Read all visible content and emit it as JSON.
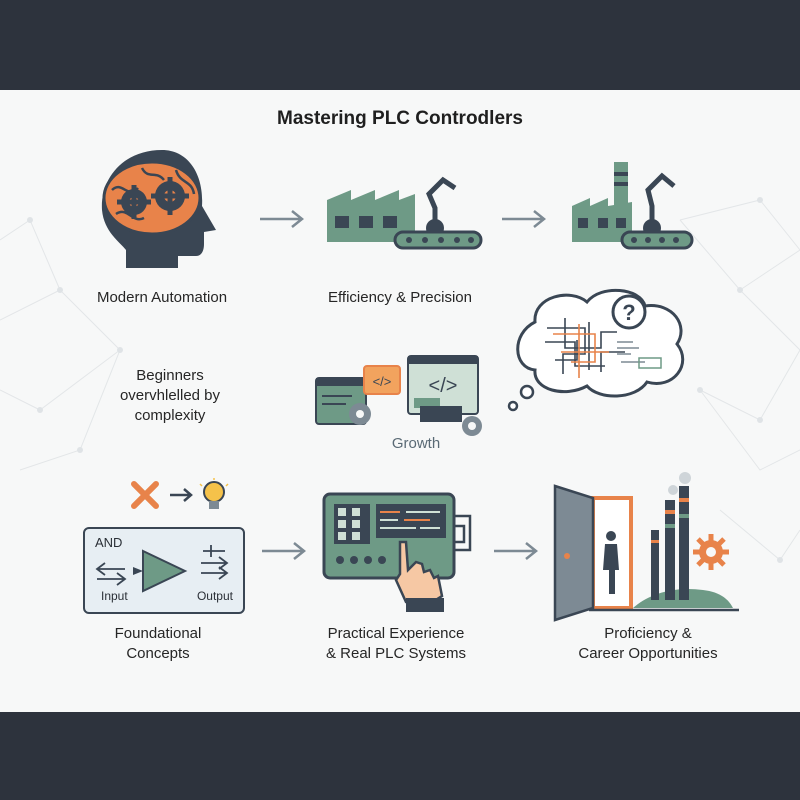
{
  "title": "Mastering PLC Controdlers",
  "nodes": {
    "modern_automation": "Modern Automation",
    "efficiency": "Efficiency & Precision",
    "beginners": [
      "Beginners",
      "overvhlelled by",
      "complexity"
    ],
    "growth": "Growth",
    "foundational": [
      "Foundational",
      "Concepts"
    ],
    "practical": [
      "Practical Experience",
      "& Real PLC Systems"
    ],
    "proficiency": [
      "Proficiency &",
      "Career Opportunities"
    ]
  },
  "logic_box": {
    "gate": "AND",
    "input": "Input",
    "output": "Output"
  },
  "colors": {
    "orange": "#e8834a",
    "slate": "#3a4654",
    "green": "#6e9a86",
    "band": "#2d333d"
  }
}
